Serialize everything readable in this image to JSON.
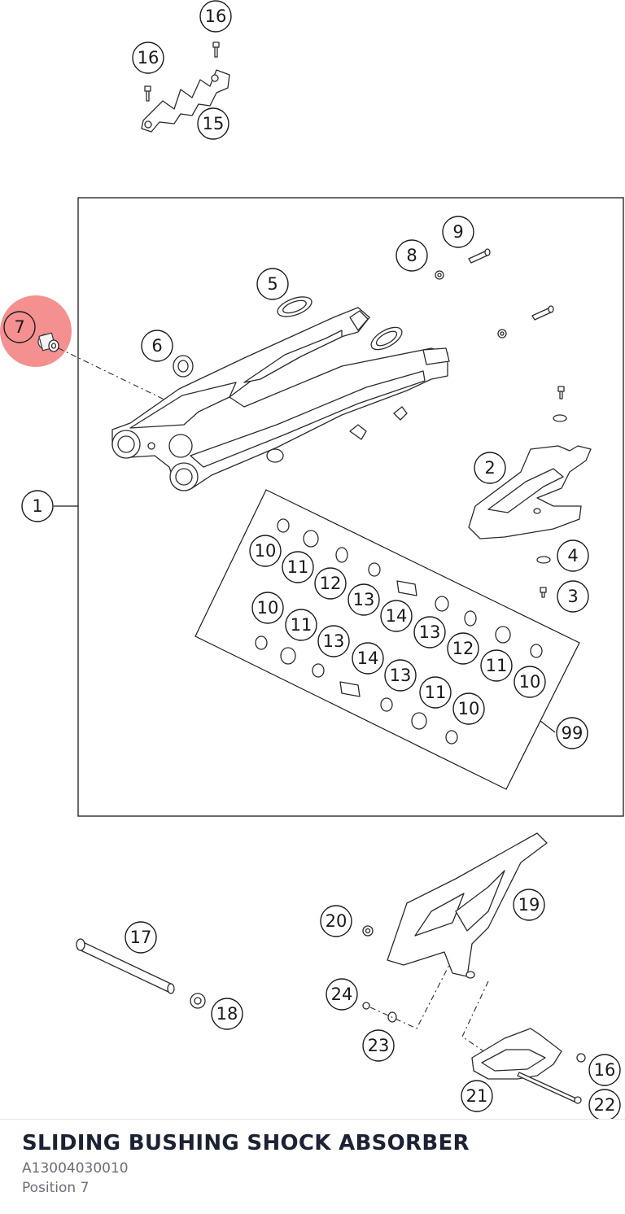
{
  "selected_part": {
    "title": "SLIDING BUSHING SHOCK ABSORBER",
    "part_number": "A13004030010",
    "position_label": "Position 7",
    "highlight_color": "#f06b6b"
  },
  "callouts": [
    {
      "id": "c16a",
      "label": "16"
    },
    {
      "id": "c16b",
      "label": "16"
    },
    {
      "id": "c15",
      "label": "15"
    },
    {
      "id": "c9",
      "label": "9"
    },
    {
      "id": "c8",
      "label": "8"
    },
    {
      "id": "c5",
      "label": "5"
    },
    {
      "id": "c7",
      "label": "7"
    },
    {
      "id": "c6",
      "label": "6"
    },
    {
      "id": "c2",
      "label": "2"
    },
    {
      "id": "c1",
      "label": "1"
    },
    {
      "id": "c4",
      "label": "4"
    },
    {
      "id": "c3",
      "label": "3"
    },
    {
      "id": "c10a",
      "label": "10"
    },
    {
      "id": "c11a",
      "label": "11"
    },
    {
      "id": "c12a",
      "label": "12"
    },
    {
      "id": "c13a",
      "label": "13"
    },
    {
      "id": "c10b",
      "label": "10"
    },
    {
      "id": "c14a",
      "label": "14"
    },
    {
      "id": "c11b",
      "label": "11"
    },
    {
      "id": "c13b",
      "label": "13"
    },
    {
      "id": "c13c",
      "label": "13"
    },
    {
      "id": "c12b",
      "label": "12"
    },
    {
      "id": "c14b",
      "label": "14"
    },
    {
      "id": "c11c",
      "label": "11"
    },
    {
      "id": "c10c",
      "label": "10"
    },
    {
      "id": "c13d",
      "label": "13"
    },
    {
      "id": "c11d",
      "label": "11"
    },
    {
      "id": "c10d",
      "label": "10"
    },
    {
      "id": "c99",
      "label": "99"
    },
    {
      "id": "c17",
      "label": "17"
    },
    {
      "id": "c18",
      "label": "18"
    },
    {
      "id": "c20",
      "label": "20"
    },
    {
      "id": "c19",
      "label": "19"
    },
    {
      "id": "c24",
      "label": "24"
    },
    {
      "id": "c23",
      "label": "23"
    },
    {
      "id": "c16c",
      "label": "16"
    },
    {
      "id": "c21",
      "label": "21"
    },
    {
      "id": "c22",
      "label": "22"
    }
  ]
}
